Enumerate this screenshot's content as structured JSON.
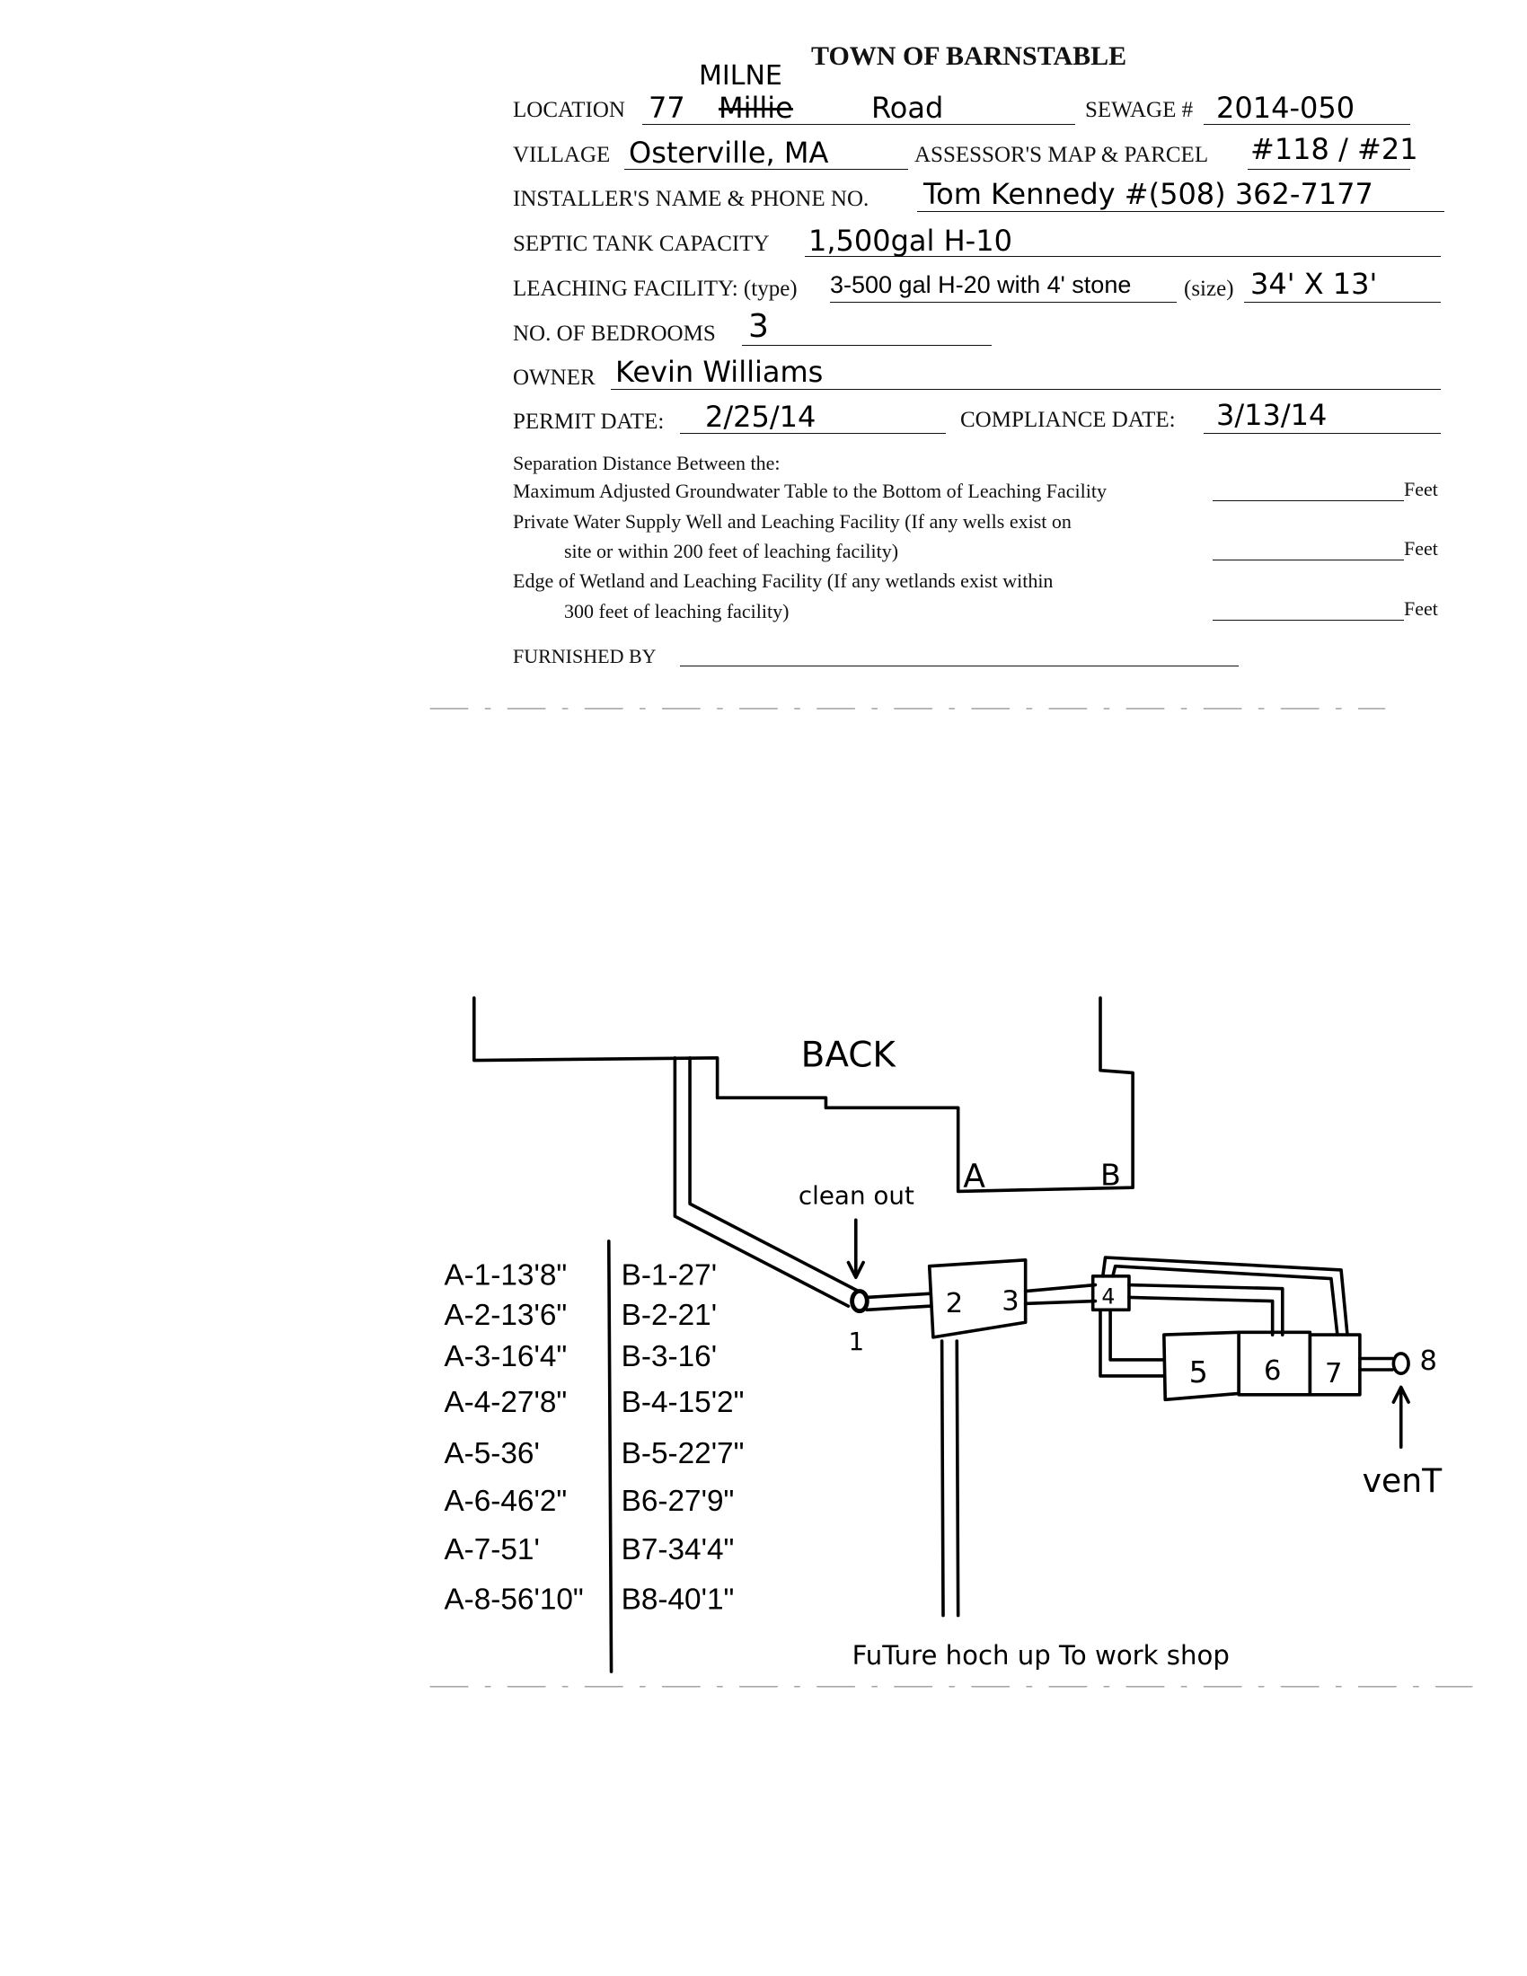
{
  "form": {
    "title": "TOWN OF BARNSTABLE",
    "location": {
      "label": "LOCATION",
      "value_number": "77",
      "value_struck": "Millie",
      "value_street": "Road",
      "correction": "MILNE"
    },
    "sewage": {
      "label": "SEWAGE #",
      "value": "2014-050"
    },
    "village": {
      "label": "VILLAGE",
      "value": "Osterville, MA"
    },
    "assessor": {
      "label": "ASSESSOR'S MAP & PARCEL",
      "value": "#118 / #21"
    },
    "installer": {
      "label": "INSTALLER'S NAME & PHONE NO.",
      "value": "Tom Kennedy  #(508) 362-7177"
    },
    "septic": {
      "label": "SEPTIC TANK CAPACITY",
      "value": "1,500gal H-10"
    },
    "leaching": {
      "label": "LEACHING FACILITY: (type)",
      "type_value": "3-500 gal H-20 with 4' stone",
      "size_label": "(size)",
      "size_value": "34' X 13'"
    },
    "bedrooms": {
      "label": "NO. OF BEDROOMS",
      "value": "3"
    },
    "owner": {
      "label": "OWNER",
      "value": "Kevin Williams"
    },
    "permit": {
      "label": "PERMIT DATE:",
      "value": "2/25/14"
    },
    "compliance": {
      "label": "COMPLIANCE DATE:",
      "value": "3/13/14"
    },
    "separation": {
      "heading": "Separation Distance Between the:",
      "line1": "Maximum Adjusted Groundwater Table to the Bottom of Leaching Facility",
      "line2a": "Private Water Supply Well and Leaching Facility (If any wells exist on",
      "line2b": "site or within 200 feet of leaching facility)",
      "line3a": "Edge of Wetland and Leaching Facility (If any wetlands exist within",
      "line3b": "300 feet of leaching facility)",
      "unit": "Feet"
    },
    "furnished": {
      "label": "FURNISHED BY",
      "value": ""
    }
  },
  "diagram": {
    "back_label": "BACK",
    "corner_a": "A",
    "corner_b": "B",
    "cleanout_label": "clean out",
    "node_1": "1",
    "tank_2": "2",
    "tank_3": "3",
    "dbox_4": "4",
    "chamber_5": "5",
    "chamber_6": "6",
    "chamber_7": "7",
    "node_8": "8",
    "vent_label": "venT",
    "future_label": "FuTure hoch up To work shop",
    "a_measurements": [
      "A-1-13'8\"",
      "A-2-13'6\"",
      "A-3-16'4\"",
      "A-4-27'8\"",
      "A-5-36'",
      "A-6-46'2\"",
      "A-7-51'",
      "A-8-56'10\""
    ],
    "b_measurements": [
      "B-1-27'",
      "B-2-21'",
      "B-3-16'",
      "B-4-15'2\"",
      "B-5-22'7\"",
      "B6-27'9\"",
      "B7-34'4\"",
      "B8-40'1\""
    ]
  }
}
